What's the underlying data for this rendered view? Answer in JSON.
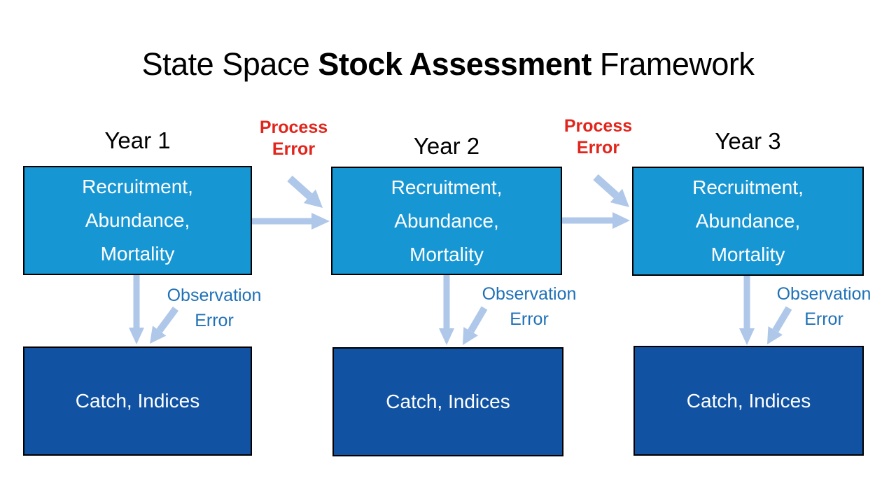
{
  "title": {
    "prefix": "State Space ",
    "emphasis": "Stock Assessment",
    "suffix": " Framework"
  },
  "columns": [
    {
      "year_label": "Year 1",
      "state_box_text": "Recruitment,\nAbundance,\nMortality",
      "observation_box_text": "Catch, Indices",
      "observation_error_label": "Observation\nError"
    },
    {
      "year_label": "Year 2",
      "state_box_text": "Recruitment,\nAbundance,\nMortality",
      "observation_box_text": "Catch, Indices",
      "observation_error_label": "Observation\nError"
    },
    {
      "year_label": "Year 3",
      "state_box_text": "Recruitment,\nAbundance,\nMortality",
      "observation_box_text": "Catch, Indices",
      "observation_error_label": "Observation\nError"
    }
  ],
  "process_error_labels": [
    "Process\nError",
    "Process\nError"
  ],
  "colors": {
    "state_box_fill": "#1796D4",
    "observation_box_fill": "#1153A2",
    "box_border": "#000000",
    "arrow": "#AFC7E9",
    "process_error_text": "#E1251C",
    "observation_error_text": "#1F71B7",
    "title_text": "#000000",
    "background": "#FFFFFF"
  }
}
